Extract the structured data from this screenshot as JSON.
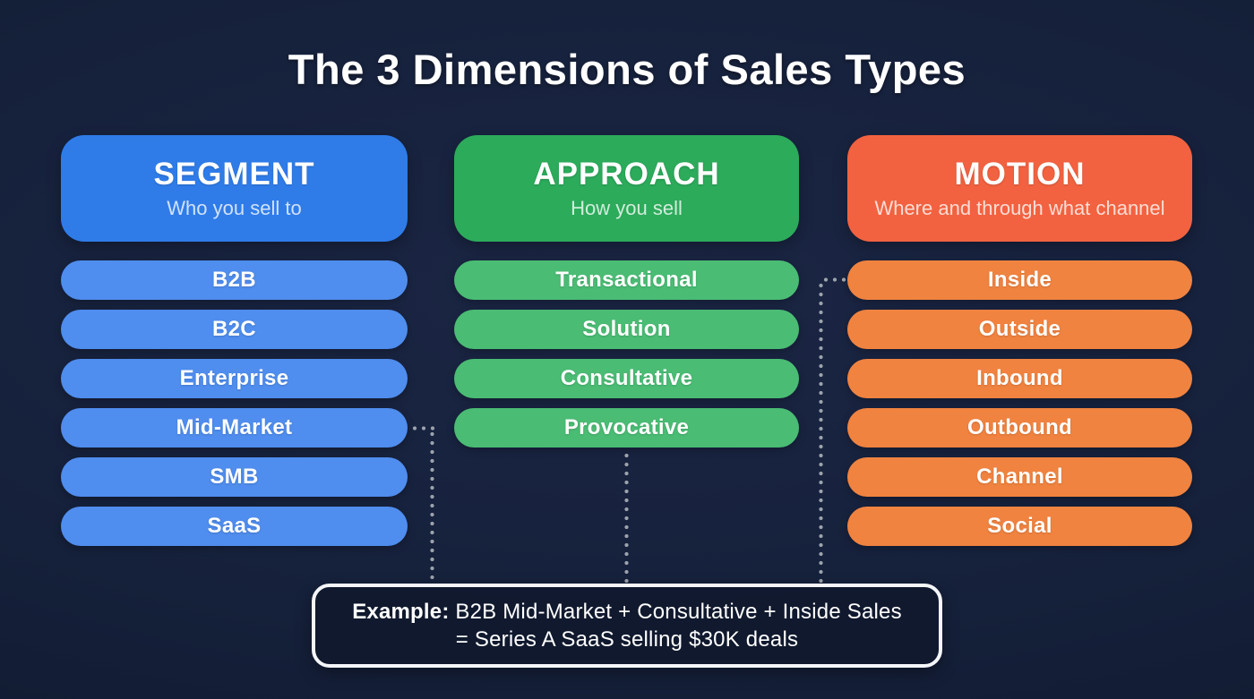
{
  "title": "The 3 Dimensions of Sales Types",
  "columns": [
    {
      "header": "SEGMENT",
      "subtitle": "Who you sell to",
      "header_color": "#2f7ce9",
      "pill_color": "#4f8dee",
      "items": [
        "B2B",
        "B2C",
        "Enterprise",
        "Mid-Market",
        "SMB",
        "SaaS"
      ]
    },
    {
      "header": "APPROACH",
      "subtitle": "How you sell",
      "header_color": "#2cab5b",
      "pill_color": "#4abc74",
      "items": [
        "Transactional",
        "Solution",
        "Consultative",
        "Provocative"
      ]
    },
    {
      "header": "MOTION",
      "subtitle": "Where and through what channel",
      "header_color": "#f26240",
      "pill_color": "#f08340",
      "items": [
        "Inside",
        "Outside",
        "Inbound",
        "Outbound",
        "Channel",
        "Social"
      ]
    }
  ],
  "connections": {
    "highlighted_items": [
      "Mid-Market",
      "Provocative",
      "Inside"
    ],
    "connector_color": "#9ba3ad"
  },
  "example": {
    "prefix": "Example:",
    "line1_rest": "B2B Mid-Market + Consultative + Inside Sales",
    "line2": "= Series A SaaS selling $30K deals"
  },
  "colors": {
    "background": "#15203a",
    "text": "#ffffff",
    "example_border": "#f4f6f9"
  }
}
